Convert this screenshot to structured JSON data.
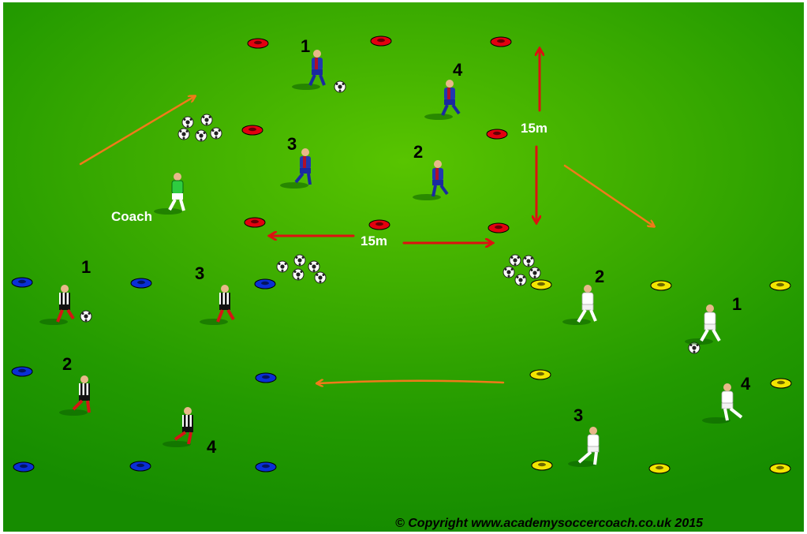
{
  "labels": {
    "coach": "Coach",
    "dist_horizontal": "15m",
    "dist_vertical": "15m",
    "copyright": "© Copyright www.academysoccercoach.co.uk 2015"
  },
  "numbers": {
    "red_1": "1",
    "red_2": "2",
    "red_3": "3",
    "red_4": "4",
    "bw_1": "1",
    "bw_2": "2",
    "bw_3": "3",
    "bw_4": "4",
    "white_1": "1",
    "white_2": "2",
    "white_3": "3",
    "white_4": "4"
  },
  "colors": {
    "red_cone": "#e3000f",
    "blue_cone": "#0a2fd6",
    "yellow_cone": "#f2e500",
    "orange_arrow": "#f07a1a",
    "red_arrow": "#dd1111",
    "team_barca": "#2238b0",
    "team_stripes": "#111111",
    "team_white": "#ffffff",
    "coach_kit": "#2ecc40"
  }
}
